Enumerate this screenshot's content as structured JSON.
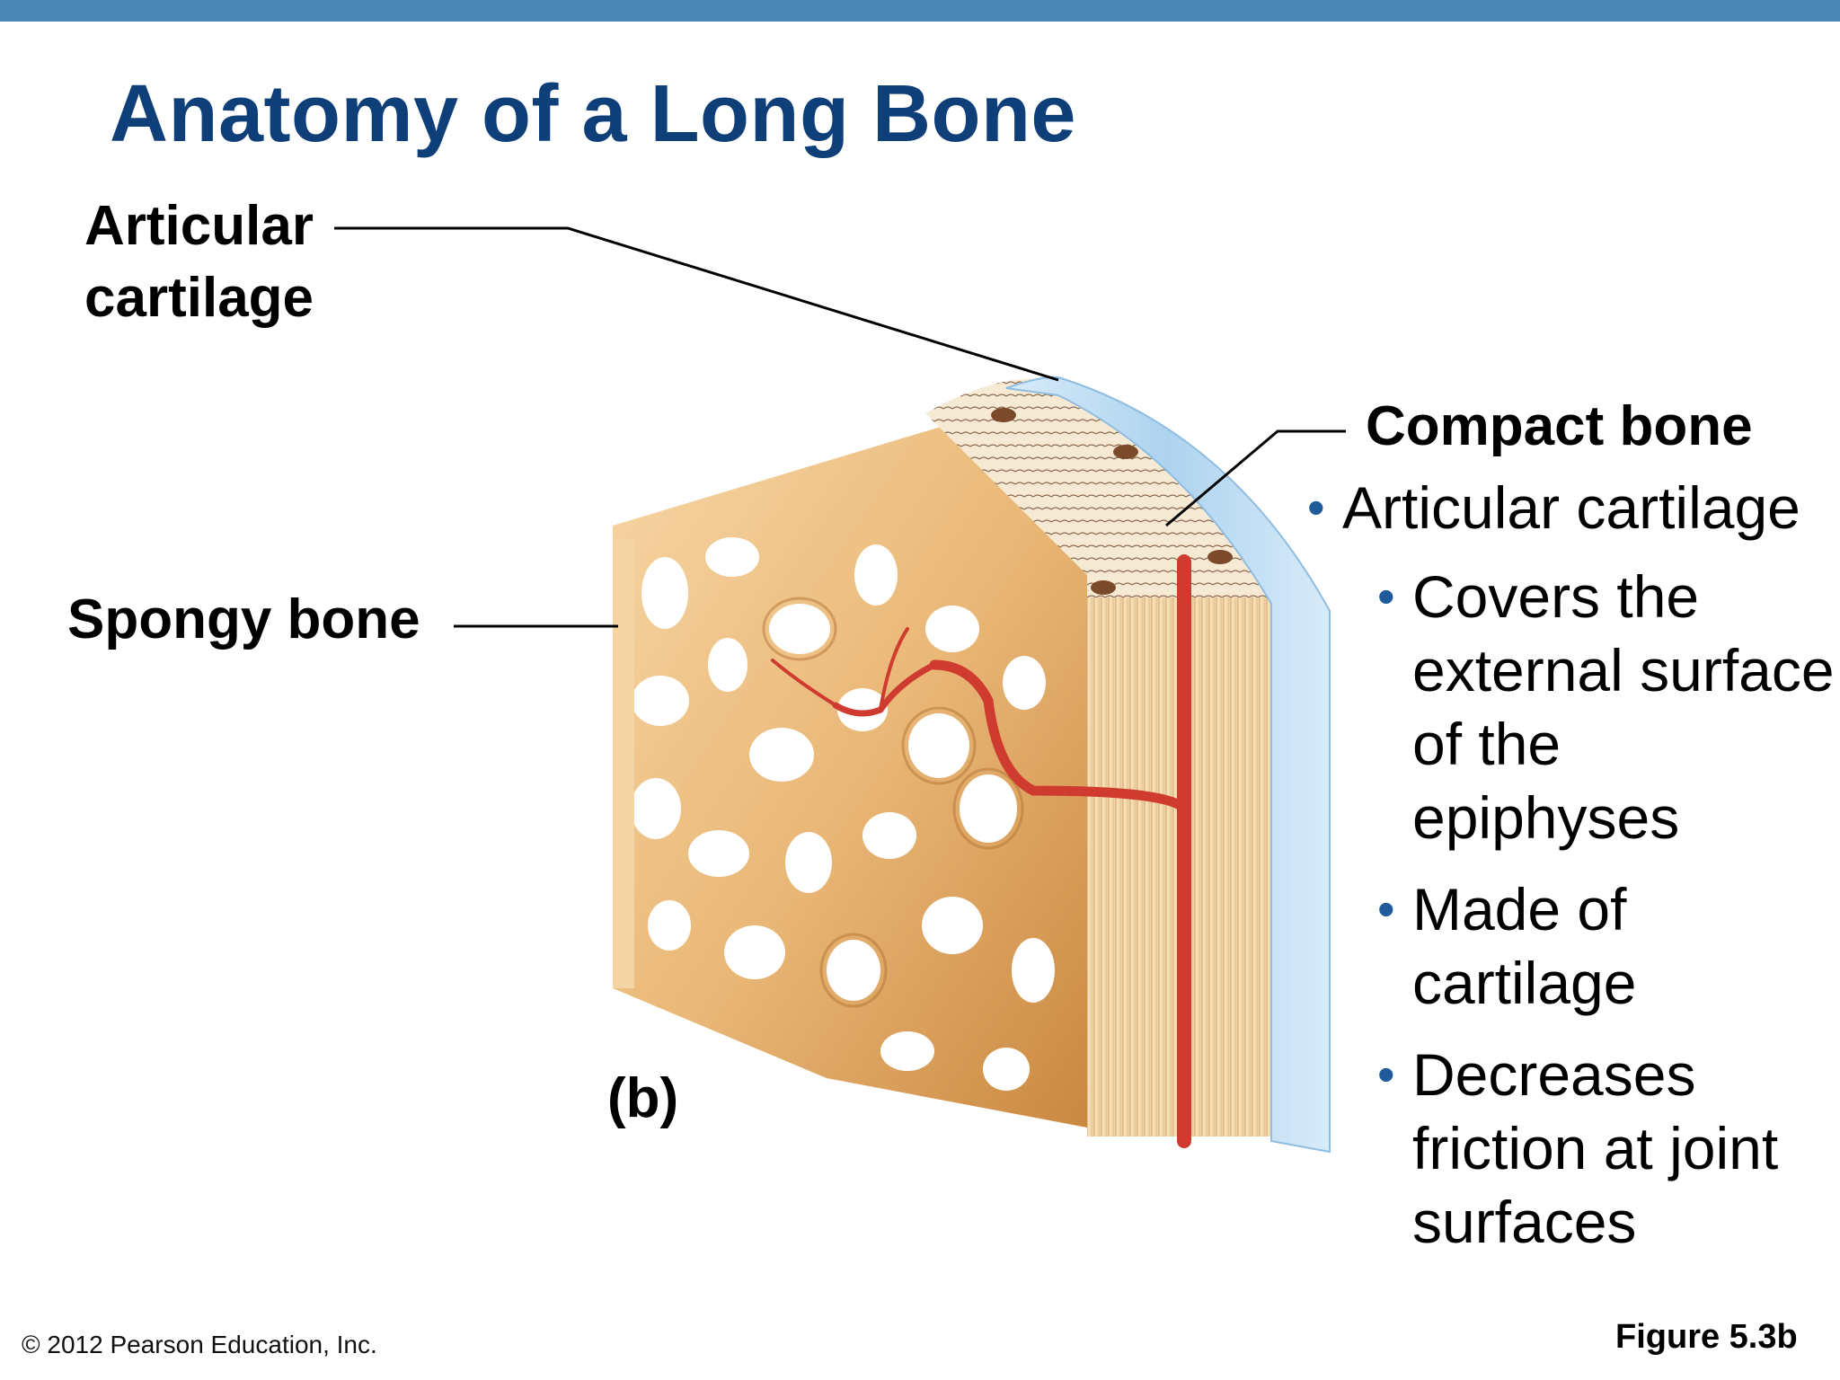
{
  "slide": {
    "title": "Anatomy of a Long Bone",
    "copyright": "© 2012 Pearson Education, Inc.",
    "figure_number": "Figure 5.3b"
  },
  "labels": {
    "articular_line1": "Articular",
    "articular_line2": "cartilage",
    "spongy_bone": "Spongy bone",
    "compact_bone": "Compact bone",
    "panel": "(b)"
  },
  "bullets": {
    "heading": "Articular cartilage",
    "items": [
      "Covers the external surface of the epiphyses",
      "Made of cartilage",
      "Decreases friction at joint surfaces"
    ]
  },
  "colors": {
    "top_bar": "#4a87b5",
    "title": "#0e3f78",
    "bullet_dot": "#1f5a9a",
    "bone_light": "#f2c98e",
    "bone_dark": "#c88744",
    "cartilage": "#bcdcf3",
    "vessel": "#cf3b2e"
  },
  "icons": {
    "bullet": "bullet-dot-icon",
    "illustration": "long-bone-section-illustration"
  }
}
